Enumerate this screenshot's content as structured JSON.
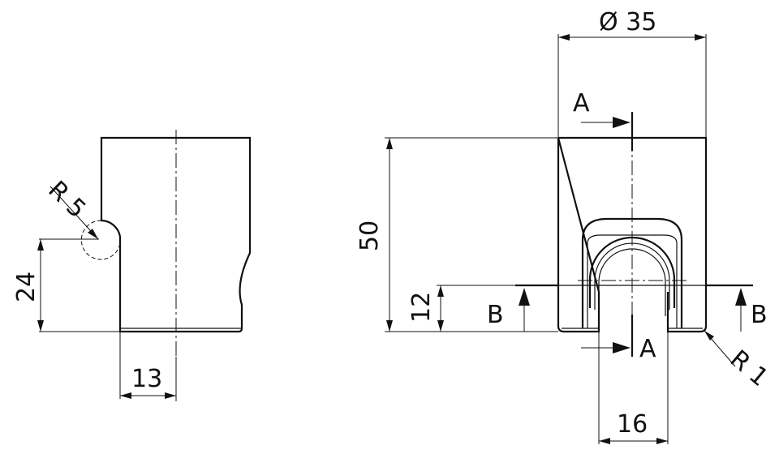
{
  "drawing": {
    "left_view": {
      "radius_label": "R 5",
      "height_label": "24",
      "offset_label": "13"
    },
    "right_view": {
      "diameter_label": "Ø 35",
      "height_label": "50",
      "step_label": "12",
      "slot_width_label": "16",
      "corner_radius_label": "R 1",
      "section_a_top": "A",
      "section_a_bottom": "A",
      "section_b_left": "B",
      "section_b_right": "B"
    }
  }
}
